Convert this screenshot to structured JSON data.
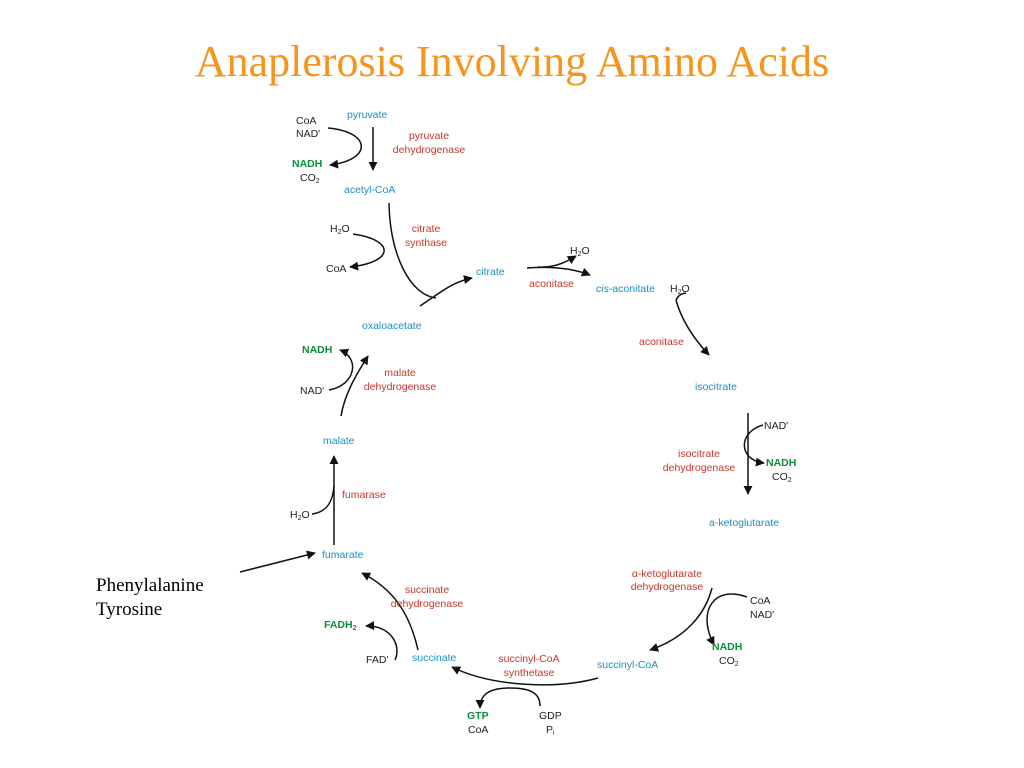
{
  "title": "Anaplerosis Involving Amino Acids",
  "source_amino_acids": [
    "Phenylalanine",
    "Tyrosine"
  ],
  "metabolites": {
    "pyruvate": "pyruvate",
    "acetyl_coa": "acetyl-CoA",
    "citrate": "citrate",
    "cis_aconitate_prefix": "cis",
    "cis_aconitate_rest": "-aconitate",
    "isocitrate": "isocitrate",
    "a_ketoglutarate": "a-ketoglutarate",
    "succinyl_coa": "succinyl-CoA",
    "succinate": "succinate",
    "fumarate": "fumarate",
    "malate": "malate",
    "oxaloacetate": "oxaloacetate"
  },
  "enzymes": {
    "pyruvate_dh": [
      "pyruvate",
      "dehydrogenase"
    ],
    "citrate_synthase": [
      "citrate",
      "synthase"
    ],
    "aconitase_1": "aconitase",
    "aconitase_2": "aconitase",
    "isocitrate_dh": [
      "isocitrate",
      "dehydrogenase"
    ],
    "akg_dh": [
      "α-ketoglutarate",
      "dehydrogenase"
    ],
    "succinyl_coa_synthetase": [
      "succinyl-CoA",
      "synthetase"
    ],
    "succinate_dh": [
      "succinate",
      "dehydrogenase"
    ],
    "fumarase": "fumarase",
    "malate_dh": [
      "malate",
      "dehydrogenase"
    ]
  },
  "cofactors": {
    "coa": "CoA",
    "nad": "NAD'",
    "nadh": "NADH",
    "co2": "CO",
    "h2o_h": "H",
    "h2o_o": "O",
    "sub2": "2",
    "fadh": "FADH",
    "fad": "FAD'",
    "gtp": "GTP",
    "gdp": "GDP",
    "p": "P",
    "sub_i": "i"
  }
}
